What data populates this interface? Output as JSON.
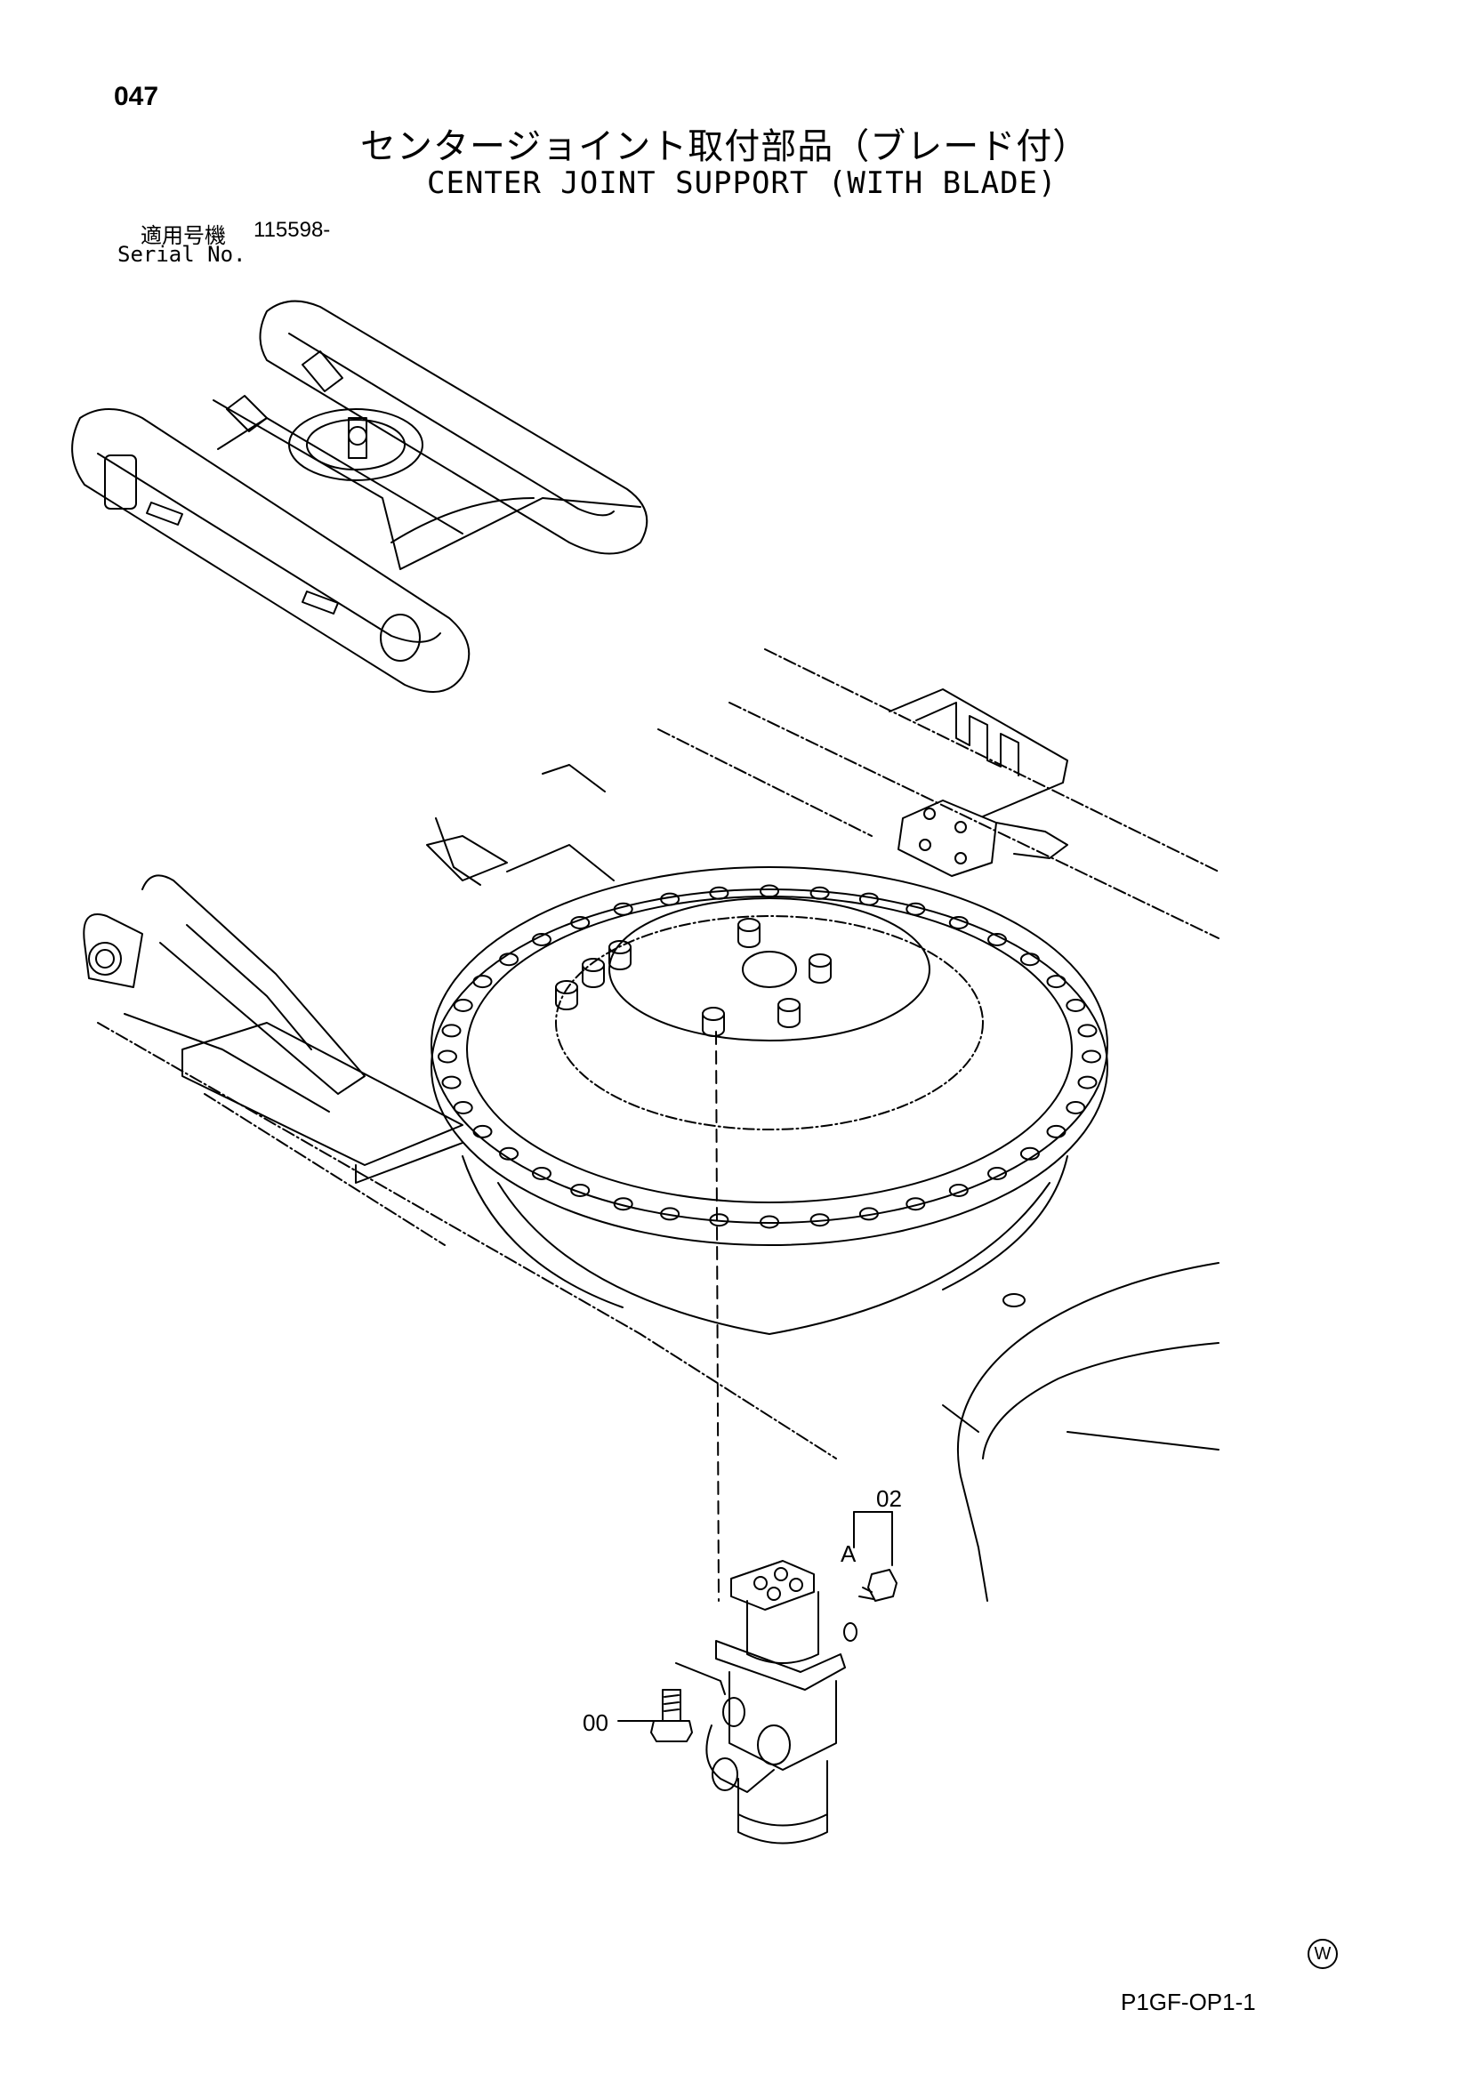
{
  "page_number": "047",
  "title_jp": "センタージョイント取付部品（ブレード付）",
  "title_en": "CENTER JOINT SUPPORT (WITH BLADE)",
  "serial": {
    "label_jp": "適用号機",
    "value": "115598-",
    "label_en": "Serial No."
  },
  "callouts": {
    "part_02": "02",
    "view_a": "A",
    "part_00": "00"
  },
  "watermark_symbol": "W",
  "figure_code": "P1GF-OP1-1"
}
